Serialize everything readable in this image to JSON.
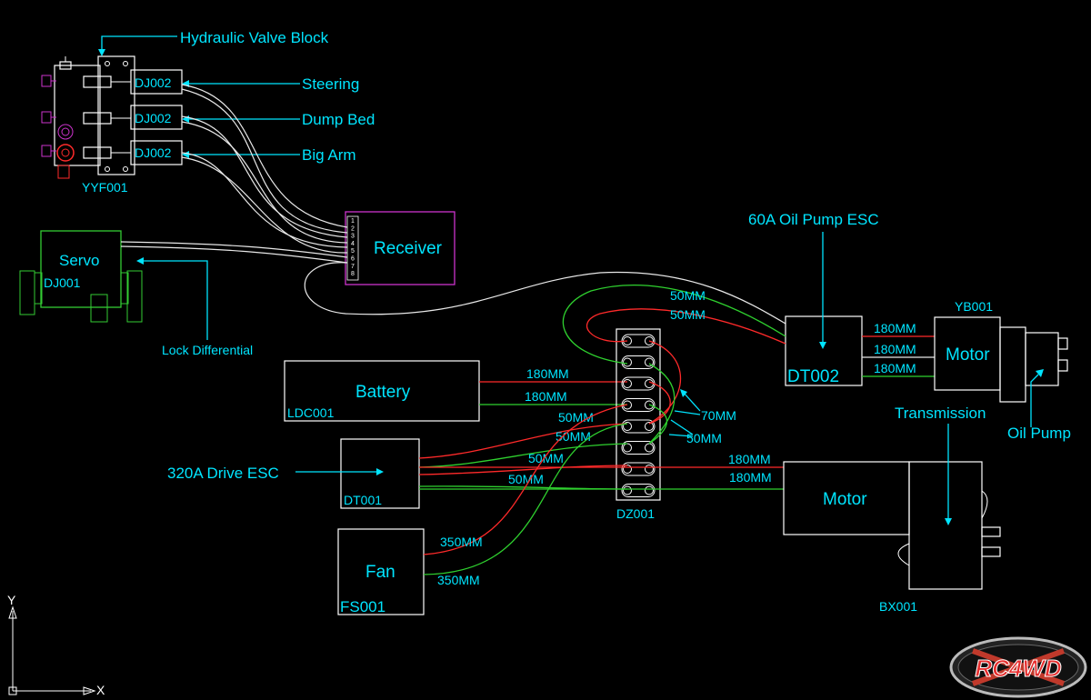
{
  "labels": {
    "hydraulic_valve_block": "Hydraulic Valve Block",
    "steering": "Steering",
    "dump_bed": "Dump  Bed",
    "big_arm": "Big Arm",
    "dj002": "DJ002",
    "yyf001": "YYF001",
    "servo": "Servo",
    "dj001": "DJ001",
    "lock_differential": "Lock Differential",
    "receiver": "Receiver",
    "receiver_pins": [
      "1",
      "2",
      "3",
      "4",
      "5",
      "6",
      "7",
      "8"
    ],
    "oil_pump_esc": "60A Oil Pump ESC",
    "dt002": "DT002",
    "yb001": "YB001",
    "motor": "Motor",
    "oil_pump": "Oil Pump",
    "transmission": "Transmission",
    "battery": "Battery",
    "ldc001": "LDC001",
    "drive_esc": "320A Drive ESC",
    "dt001": "DT001",
    "dz001": "DZ001",
    "fan": "Fan",
    "fs001": "FS001",
    "bx001": "BX001",
    "axis_y": "Y",
    "axis_x": "X",
    "logo": "RC4WD"
  },
  "wire_lengths": {
    "esc_50a": "50MM",
    "esc_50b": "50MM",
    "esc_motor_1": "180MM",
    "esc_motor_2": "180MM",
    "esc_motor_3": "180MM",
    "battery_1": "180MM",
    "battery_2": "180MM",
    "dz_70": "70MM",
    "dz_50": "50MM",
    "drive_50a": "50MM",
    "drive_50b": "50MM",
    "drive_50c": "50MM",
    "drive_50d": "50MM",
    "drive_motor_1": "180MM",
    "drive_motor_2": "180MM",
    "fan_1": "350MM",
    "fan_2": "350MM"
  },
  "colors": {
    "label": "#00e5ff",
    "line": "#ffffff",
    "positive": "#ff2a2a",
    "negative": "#2fd12f",
    "valve": "#cc33cc",
    "receiver": "#cc33cc",
    "servo": "#33cc33"
  }
}
